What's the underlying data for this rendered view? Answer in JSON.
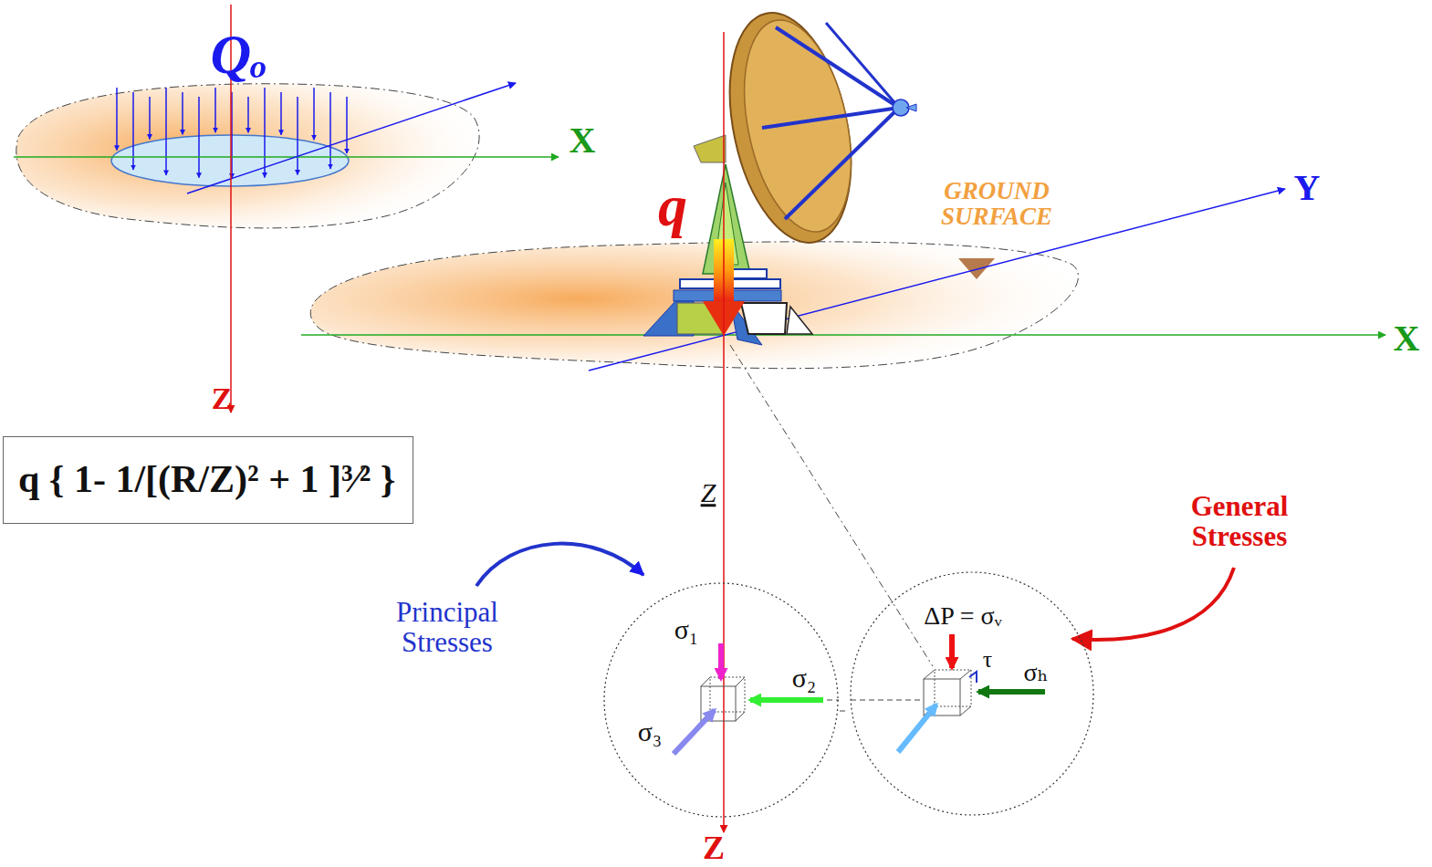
{
  "diagram": {
    "nodes": [
      {
        "text": [
          "q { 1- 1/[(R/Z)² + 1 ]³⁄² }"
        ]
      },
      {
        "text": [
          "σ₁",
          "σ₂",
          "σ₃"
        ]
      },
      {
        "text": [
          "ΔP = σᵥ",
          "τ",
          "σₕ"
        ]
      }
    ],
    "edges": [
      {
        "from": 1,
        "to": 2,
        "arrow": "none"
      }
    ],
    "labels": [
      "Qₒ",
      "X",
      "Z",
      "q",
      "GROUND SURFACE",
      "Y",
      "X",
      "Z",
      "Principal Stresses",
      "General Stresses",
      "Z"
    ]
  }
}
